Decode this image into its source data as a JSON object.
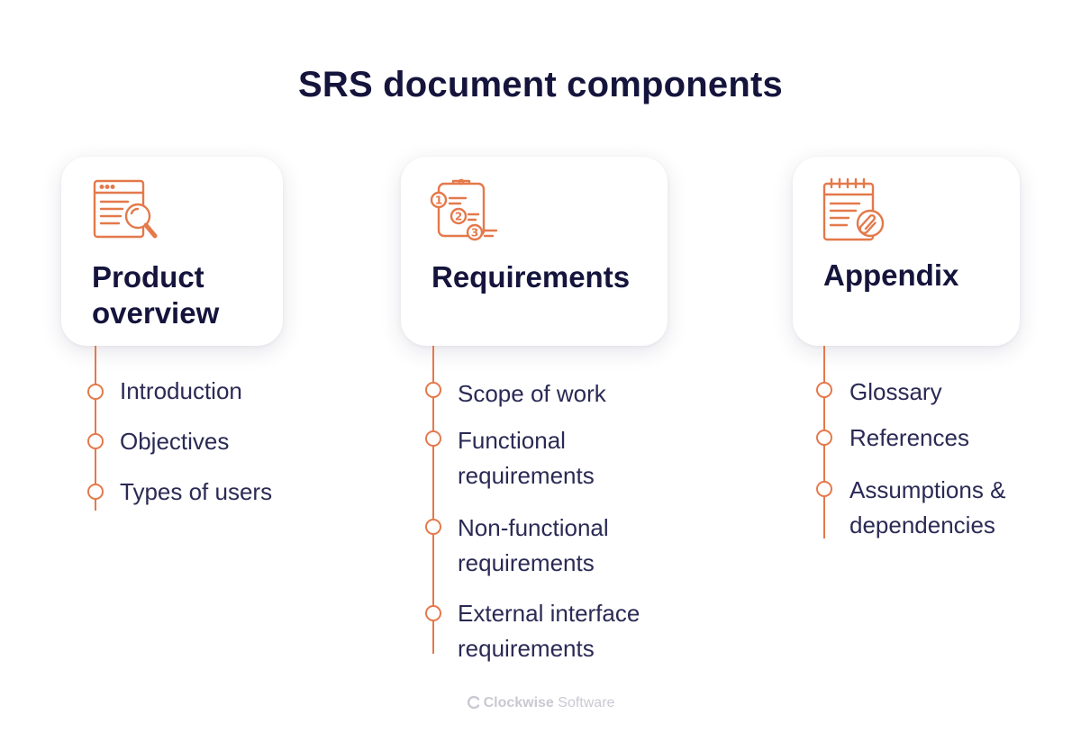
{
  "title": "SRS document components",
  "accent_color": "#e4794b",
  "columns": [
    {
      "icon": "document-search-icon",
      "heading": "Product\noverview",
      "items": [
        "Introduction",
        "Objectives",
        "Types of users"
      ]
    },
    {
      "icon": "numbered-clipboard-icon",
      "heading": "Requirements",
      "items": [
        "Scope of work",
        "Functional\nrequirements",
        "Non-functional\nrequirements",
        "External interface\nrequirements"
      ]
    },
    {
      "icon": "calendar-attachment-icon",
      "heading": "Appendix",
      "items": [
        "Glossary",
        "References",
        "Assumptions &\ndependencies"
      ]
    }
  ],
  "footer": {
    "brand_bold": "Clockwise",
    "brand_light": " Software"
  }
}
